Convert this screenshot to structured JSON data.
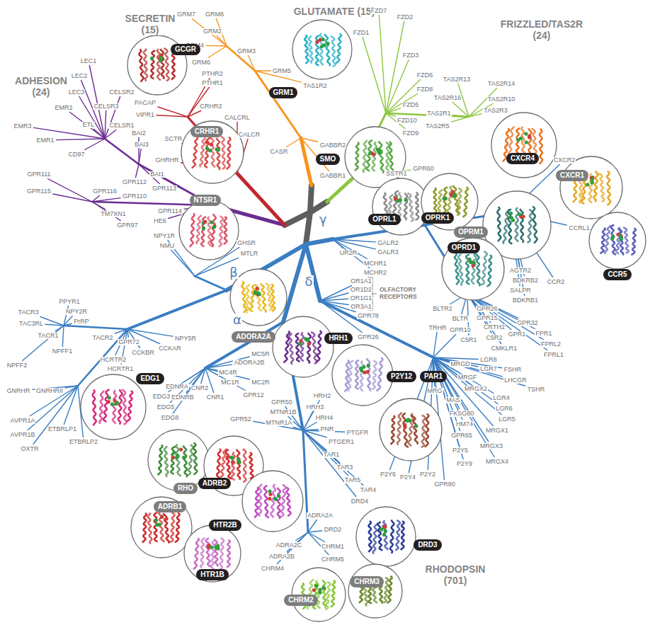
{
  "diagram": {
    "nodes": [
      {
        "text": [
          "GCGR"
        ]
      },
      {
        "text": [
          "GRM1"
        ]
      },
      {
        "text": [
          "CRHR1"
        ]
      },
      {
        "text": [
          "SMO"
        ]
      },
      {
        "text": [
          "CXCR4"
        ]
      },
      {
        "text": [
          "CXCR1"
        ]
      },
      {
        "text": [
          "NTSR1"
        ]
      },
      {
        "text": [
          "OPRL1"
        ]
      },
      {
        "text": [
          "OPRK1"
        ]
      },
      {
        "text": [
          "OPRM1"
        ]
      },
      {
        "text": [
          "OPRD1"
        ]
      },
      {
        "text": [
          "CCR5"
        ]
      },
      {
        "text": [
          "ADORA2A"
        ]
      },
      {
        "text": [
          "HRH1"
        ]
      },
      {
        "text": [
          "EDG1"
        ]
      },
      {
        "text": [
          "P2Y12"
        ]
      },
      {
        "text": [
          "PAR1"
        ]
      },
      {
        "text": [
          "RHO"
        ]
      },
      {
        "text": [
          "ADRB2"
        ]
      },
      {
        "text": [
          "ADRB1"
        ]
      },
      {
        "text": [
          "HTR2B"
        ]
      },
      {
        "text": [
          "DRD3"
        ]
      },
      {
        "text": [
          "HTR1B"
        ]
      },
      {
        "text": [
          "CHRM3"
        ]
      },
      {
        "text": [
          "CHRM2"
        ]
      }
    ],
    "labels": [
      "ADHESION (24)",
      "SECRETIN (15)",
      "GLUTAMATE (15)",
      "FRIZZLED/TAS2R (24)",
      "RHODOPSIN (701)",
      "γ",
      "β",
      "δ",
      "α",
      "OLFACTORY RECEPTORS",
      "LEC1",
      "LEC2",
      "LEC3",
      "EMR2",
      "EMR3",
      "ETL",
      "EMR1",
      "CELSR2",
      "CELSR3",
      "CELSR1",
      "CD97",
      "GPR111",
      "GPR115",
      "GPR116",
      "GPR112",
      "GPR110",
      "GPR113",
      "TM7XN1",
      "GPR114",
      "HE6",
      "GPR97",
      "BAI2",
      "BAI3",
      "BAI1",
      "PACAP",
      "VIPR1",
      "SCTR",
      "GHRHR",
      "CRHR2",
      "CALCRL",
      "CALCR",
      "PTHR2",
      "PTHR1",
      "GRM7",
      "GRM8",
      "GRM2",
      "GRM4",
      "GRM6",
      "GRM3",
      "GRM5",
      "TAS1R2",
      "CASR",
      "GABBR2",
      "GABBR1",
      "FZD7",
      "FZD2",
      "FZD1",
      "FZD3",
      "FZD6",
      "FZD8",
      "FZD5",
      "FZD10",
      "FZD9",
      "GPR60",
      "TAS2R13",
      "TAS2R14",
      "TAS2R16",
      "TAS2R10",
      "TAS2R3",
      "TAS2R1",
      "TAS2R5",
      "SSTR1",
      "GALR2",
      "GALR3",
      "MCHR1",
      "MCHR2",
      "UR2R",
      "CXCR2",
      "CCRL1",
      "AGTR2",
      "BDKRB2",
      "SALPR",
      "BDKRB1",
      "CCR2",
      "GPR26",
      "GPR15",
      "CRTH2",
      "GPR32",
      "C5R1",
      "C5R2",
      "GPR1",
      "CMKLR1",
      "FPR1",
      "FPRL2",
      "FPRL1",
      "BLTR2",
      "BLTR",
      "OR1A1",
      "OR1D2",
      "OR1G1",
      "OR3A1",
      "GPR78",
      "GPR26",
      "TRHR",
      "GPR10",
      "MRGD",
      "LGR8",
      "LGR7",
      "FSHR",
      "LHCGR",
      "TSHR",
      "MRGF",
      "MRGX2",
      "LGR4",
      "LGR6",
      "LGR5",
      "MRG",
      "MAS",
      "FKSG80",
      "HM74",
      "GPR65",
      "P2Y5",
      "P2Y9",
      "MRGX1",
      "MRGX3",
      "MRGX4",
      "P2Y6",
      "P2Y4",
      "P2Y2",
      "GPR80",
      "NPY1R",
      "NMU",
      "GHSR",
      "MTLR",
      "PPYR1",
      "NPY2R",
      "PrRP",
      "TACR3",
      "TAC3RL",
      "TACR1",
      "NPFF1",
      "NPFF2",
      "TACR2",
      "GPR72",
      "HCRTR2",
      "HCRTR1",
      "CCKBR",
      "CCKAR",
      "NPY5R",
      "GNRHR",
      "GNRHRII",
      "AVPR1A",
      "AVPR1B",
      "OXTR",
      "ETBRLP1",
      "ETBRLP2",
      "MC5R",
      "ADORA2B",
      "MC4R",
      "MC1R",
      "MC2R",
      "GPR12",
      "CNR2",
      "CNR1",
      "EDNRA",
      "EDNRB",
      "EDG3",
      "EDG5",
      "EDG8",
      "GPR52",
      "GPR50",
      "MTNR1B",
      "MTNR1A",
      "HRH2",
      "HRH3",
      "HRH4",
      "PNR",
      "PTGER1",
      "PTGFR",
      "TAR1",
      "TAR3",
      "TAR5",
      "TAR4",
      "DRD4",
      "DRD2",
      "ADRA2A",
      "CHRM1",
      "CHRM5",
      "ADRA2C",
      "ADRA2B",
      "CHRM4"
    ]
  }
}
